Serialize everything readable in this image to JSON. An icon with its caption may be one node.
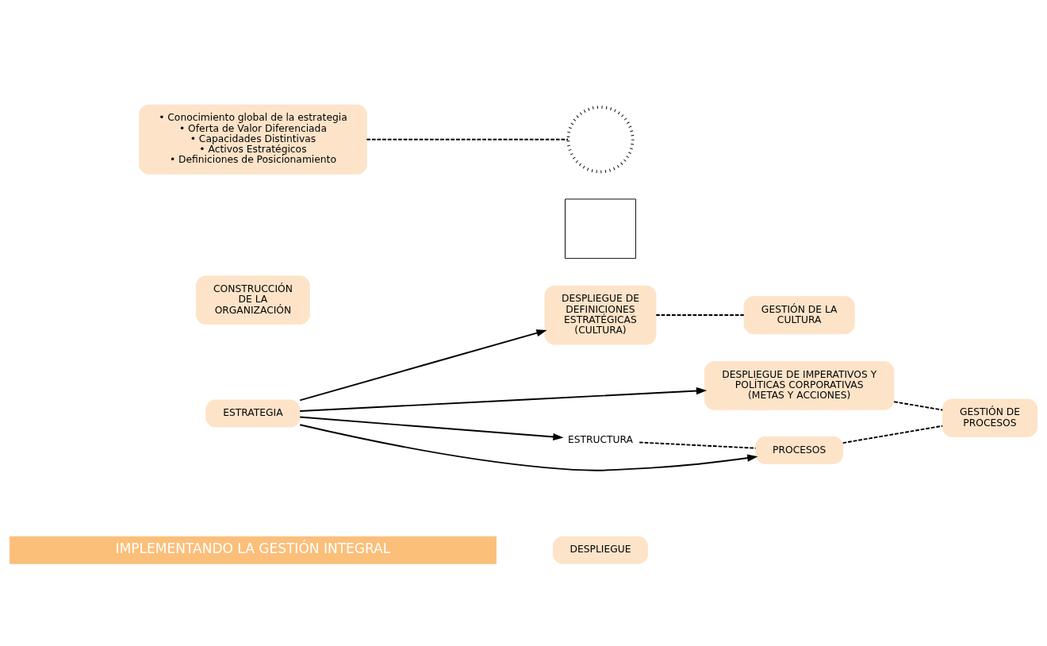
{
  "diagram": {
    "title": "IMPLEMENTANDO LA GESTIÓN INTEGRAL",
    "nodes": [
      {
        "text": [
          "DESPLIEGUE"
        ]
      },
      {
        "text": [
          "ESTRATEGIA"
        ]
      },
      {
        "text": [
          "CONSTRUCCIÓN DE LA ORGANIZACIÓN"
        ]
      },
      {
        "text": [
          "DESPLIEGUE DE DEFINICIONES ESTRATÉGICAS (CULTURA)"
        ]
      },
      {
        "text": [
          "GESTIÓN DE LA CULTURA"
        ]
      },
      {
        "text": [
          "DESPLIEGUE DE IMPERATIVOS Y POLÍTICAS CORPORATIVAS (METAS Y ACCIONES)"
        ]
      },
      {
        "text": [
          "ESTRUCTURA"
        ]
      },
      {
        "text": [
          "PROCESOS"
        ]
      },
      {
        "text": [
          "GESTIÓN DE PROCESOS"
        ]
      },
      {
        "text": [
          "• Conocimiento global de la estrategia",
          "• Oferta de Valor Diferenciada",
          "• Capacidades Distintivas",
          "• Activos Estratégicos",
          "• Definiciones de Posicionamiento"
        ]
      },
      {
        "text": [],
        "shape": "circle"
      },
      {
        "text": [],
        "shape": "box"
      }
    ],
    "edges": [
      {
        "from": 1,
        "to": 3,
        "arrow": "to"
      },
      {
        "from": 1,
        "to": 5,
        "arrow": "to"
      },
      {
        "from": 1,
        "to": 6,
        "arrow": "to"
      },
      {
        "from": 1,
        "to": 7,
        "arrow": "to"
      },
      {
        "from": 3,
        "to": 4,
        "arrow": "none",
        "style": "dashed"
      },
      {
        "from": 5,
        "to": 8,
        "arrow": "none",
        "style": "dashed"
      },
      {
        "from": 6,
        "to": 7,
        "arrow": "none",
        "style": "dashed"
      },
      {
        "from": 7,
        "to": 8,
        "arrow": "none",
        "style": "dashed"
      },
      {
        "from": 9,
        "to": 10,
        "arrow": "none",
        "style": "dashed"
      }
    ]
  }
}
